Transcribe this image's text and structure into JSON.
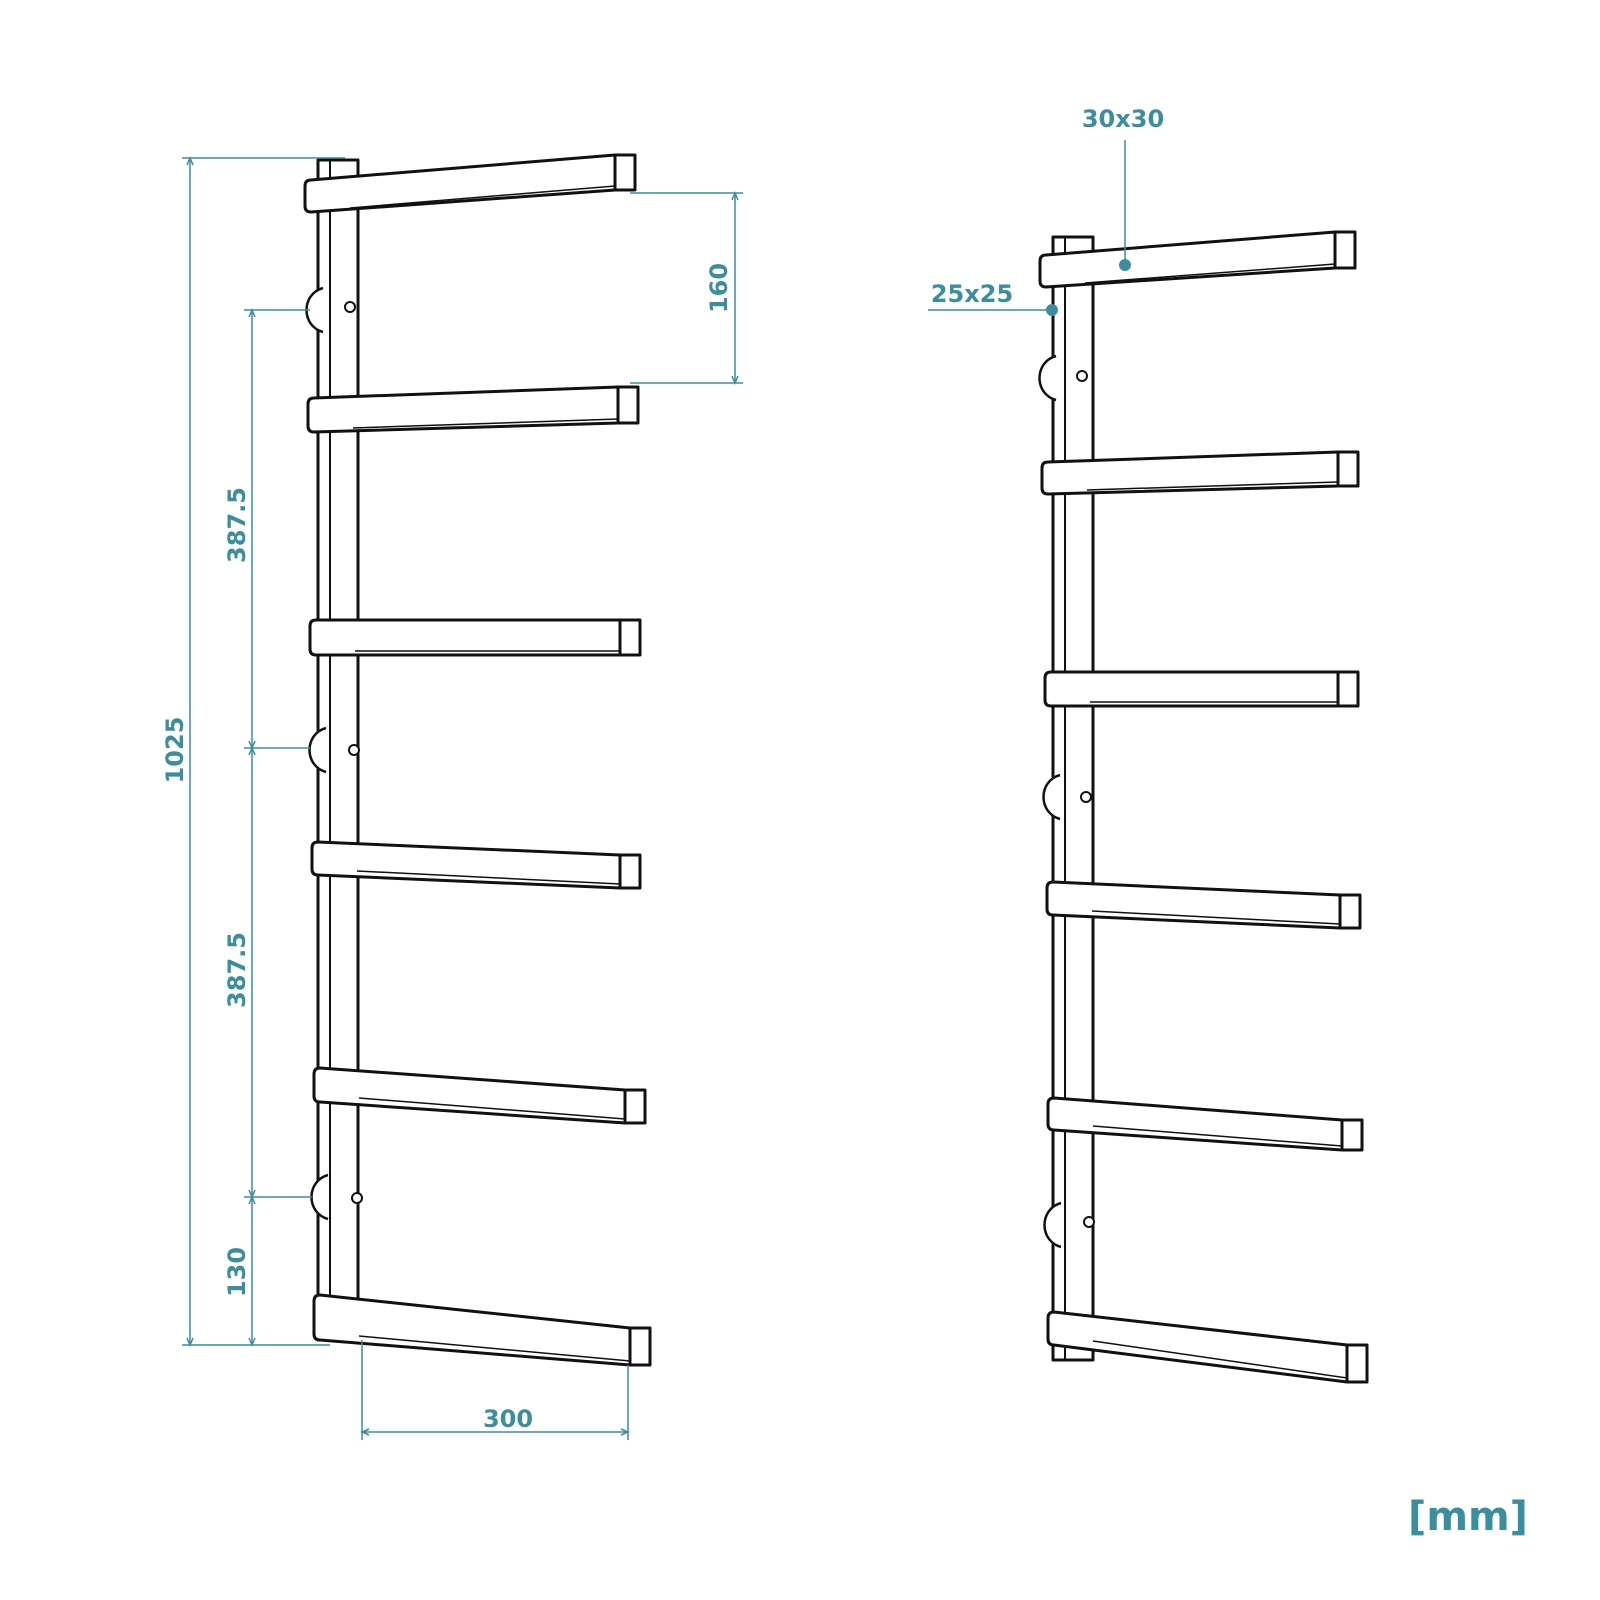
{
  "colors": {
    "dimension": "#3a8ea0",
    "line": "#111111",
    "background": "#ffffff"
  },
  "dimensions": {
    "total_height": "1025",
    "spacing_upper": "387.5",
    "spacing_lower": "387.5",
    "bottom_offset": "130",
    "arm_spacing": "160",
    "arm_depth": "300"
  },
  "callouts": {
    "arm_profile": "30x30",
    "post_profile": "25x25"
  },
  "unit_label": "[mm]",
  "racks": [
    {
      "name": "dimensioned-rack",
      "arms": 6,
      "wall_mount_keyholes": 3
    },
    {
      "name": "profile-rack",
      "arms": 6,
      "wall_mount_keyholes": 3
    }
  ]
}
